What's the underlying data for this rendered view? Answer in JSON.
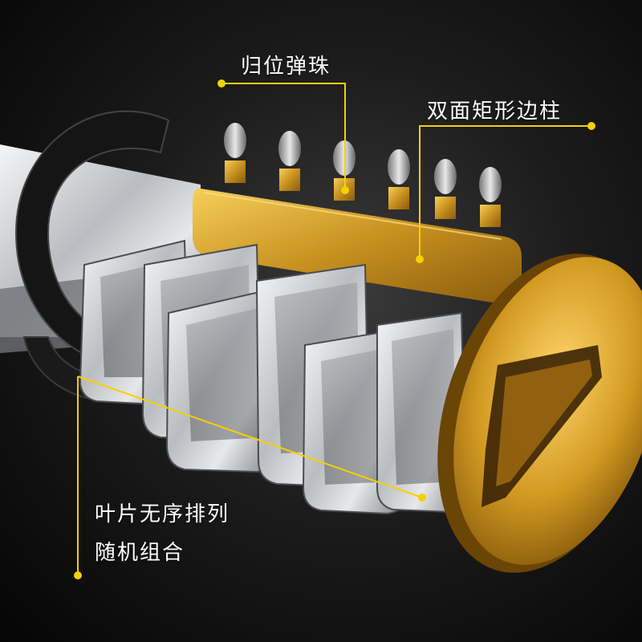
{
  "annotations": {
    "top_label": "归位弹珠",
    "right_label": "双面矩形边柱",
    "bottom_label_line1": "叶片无序排列",
    "bottom_label_line2": "随机组合"
  },
  "colors": {
    "callout": "#f2d300",
    "brass": "#d9a12a",
    "steel": "#c9ccd0"
  }
}
